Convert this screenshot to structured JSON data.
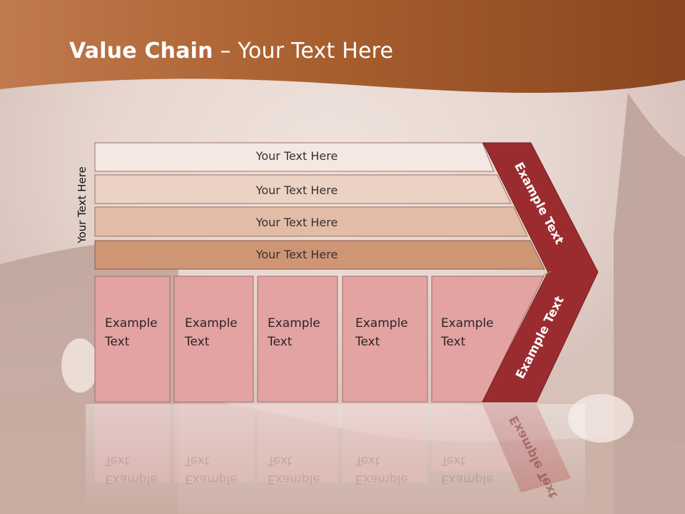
{
  "slide": {
    "title_bold": "Value Chain",
    "title_rest": "– Your Text Here",
    "side_label": "Your Text Here",
    "bars": [
      {
        "label": "Your Text Here"
      },
      {
        "label": "Your Text Here"
      },
      {
        "label": "Your Text Here"
      },
      {
        "label": "Your Text Here"
      }
    ],
    "boxes": [
      {
        "line1": "Example",
        "line2": "Text"
      },
      {
        "line1": "Example",
        "line2": "Text"
      },
      {
        "line1": "Example",
        "line2": "Text"
      },
      {
        "line1": "Example",
        "line2": "Text"
      },
      {
        "line1": "Example",
        "line2": "Text"
      }
    ],
    "chevron_top_label": "Example Text",
    "chevron_bottom_label": "Example Text",
    "colors": {
      "header": "#a4572c",
      "bar1": "#f5e8e3",
      "bar2": "#ecd2c5",
      "bar3": "#e2bca6",
      "bar4": "#cf9675",
      "box": "#e3a3a3",
      "chevron": "#9a2c2f"
    }
  }
}
